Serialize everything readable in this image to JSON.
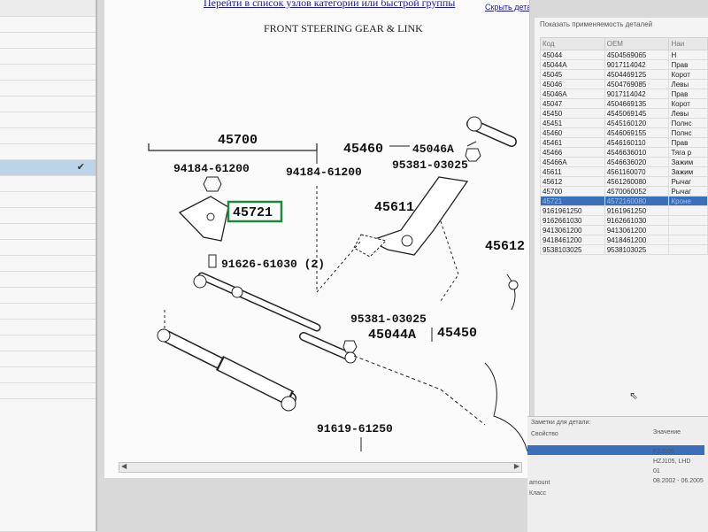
{
  "links": {
    "top": "Перейти в список узлов категории или быстрой группы",
    "hide": "Скрыть детали ->"
  },
  "diagram": {
    "title": "FRONT STEERING GEAR & LINK",
    "labels": {
      "l45700": "45700",
      "l94184a": "94184-61200",
      "l94184b": "94184-61200",
      "l45721": "45721",
      "l91626": "91626-61030 (2)",
      "l45460": "45460",
      "l45046A": "45046A",
      "l95381a": "95381-03025",
      "l45611": "45611",
      "l45612": "45612",
      "l95381b": "95381-03025",
      "l45044A": "45044A",
      "l45450": "45450",
      "l91619": "91619-61250"
    }
  },
  "parts_panel": {
    "title": "Показать применяемость деталей",
    "columns": [
      "Код",
      "OEM",
      "Наи"
    ],
    "rows": [
      {
        "code": "45044",
        "oem": "4504569065",
        "name": "Н"
      },
      {
        "code": "45044A",
        "oem": "9017114042",
        "name": "Прав"
      },
      {
        "code": "45045",
        "oem": "4504469125",
        "name": "Корот"
      },
      {
        "code": "45046",
        "oem": "4504769085",
        "name": "Левы"
      },
      {
        "code": "45046A",
        "oem": "9017114042",
        "name": "Прав"
      },
      {
        "code": "45047",
        "oem": "4504669135",
        "name": "Корот"
      },
      {
        "code": "45450",
        "oem": "4545069145",
        "name": "Левы"
      },
      {
        "code": "45451",
        "oem": "4545160120",
        "name": "Полнс"
      },
      {
        "code": "45460",
        "oem": "4546069155",
        "name": "Полнс"
      },
      {
        "code": "45461",
        "oem": "4546160110",
        "name": "Прав"
      },
      {
        "code": "45466",
        "oem": "4546636010",
        "name": "Тяга р"
      },
      {
        "code": "45466A",
        "oem": "4546636020",
        "name": "Зажим"
      },
      {
        "code": "45611",
        "oem": "4561160070",
        "name": "Зажим"
      },
      {
        "code": "45612",
        "oem": "4561260080",
        "name": "Рычаг"
      },
      {
        "code": "45700",
        "oem": "4570060052",
        "name": "Рычаг"
      },
      {
        "code": "45721",
        "oem": "4572160080",
        "name": "Кроне"
      },
      {
        "code": "9161961250",
        "oem": "9161961250",
        "name": ""
      },
      {
        "code": "9162661030",
        "oem": "9162661030",
        "name": ""
      },
      {
        "code": "9413061200",
        "oem": "9413061200",
        "name": ""
      },
      {
        "code": "9418461200",
        "oem": "9418461200",
        "name": ""
      },
      {
        "code": "9538103025",
        "oem": "9538103025",
        "name": ""
      }
    ],
    "selected_code": "45721"
  },
  "notes_panel": {
    "title": "Заметки для детали:",
    "header_left": "Свойство",
    "header_right": "Значение",
    "rows": [
      {
        "label": "",
        "value": "FZJ105"
      },
      {
        "label": "",
        "value": "HZJ105, LHD"
      },
      {
        "label": "",
        "value": "01"
      },
      {
        "label": "amount",
        "value": "08.2002 - 06.2005"
      },
      {
        "label": "Класс",
        "value": ""
      }
    ]
  },
  "icons": {
    "check": "check-icon",
    "cursor": "mouse-cursor-icon"
  },
  "colors": {
    "link": "#1a1aa6",
    "selection": "#3b6fb8",
    "highlight_box": "#1c8a3a"
  }
}
